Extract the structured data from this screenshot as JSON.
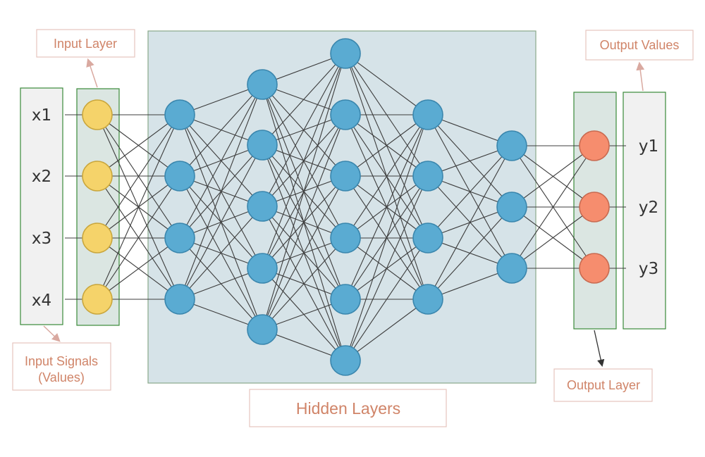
{
  "labels": {
    "input_layer": "Input Layer",
    "output_values": "Output Values",
    "input_signals_line1": "Input Signals",
    "input_signals_line2": "(Values)",
    "hidden_layers": "Hidden Layers",
    "output_layer": "Output Layer"
  },
  "inputs": [
    "x1",
    "x2",
    "x3",
    "x4"
  ],
  "outputs": [
    "y1",
    "y2",
    "y3"
  ],
  "layers": [
    {
      "role": "input",
      "neurons": 4
    },
    {
      "role": "hidden",
      "neurons": 4
    },
    {
      "role": "hidden",
      "neurons": 5
    },
    {
      "role": "hidden",
      "neurons": 6
    },
    {
      "role": "hidden",
      "neurons": 4
    },
    {
      "role": "hidden",
      "neurons": 3
    },
    {
      "role": "output",
      "neurons": 3
    }
  ],
  "colors": {
    "hidden_panel_fill": "#d6e3e8",
    "hidden_panel_stroke": "#8aa88a",
    "layer_box_fill": "#dbe6e2",
    "layer_box_stroke": "#3a8a3a",
    "signal_box_fill": "#f1f1f1",
    "signal_box_stroke": "#3a8a3a",
    "input_neuron": "#f5d36a",
    "input_neuron_stroke": "#c9a63c",
    "hidden_neuron": "#5aabd2",
    "hidden_neuron_stroke": "#3a86ad",
    "output_neuron": "#f68d6e",
    "output_neuron_stroke": "#c86a50",
    "callout_border": "#e6c5bd",
    "callout_text": "#d08468",
    "arrow": "#d9a9a0",
    "output_layer_arrow": "#333333"
  }
}
